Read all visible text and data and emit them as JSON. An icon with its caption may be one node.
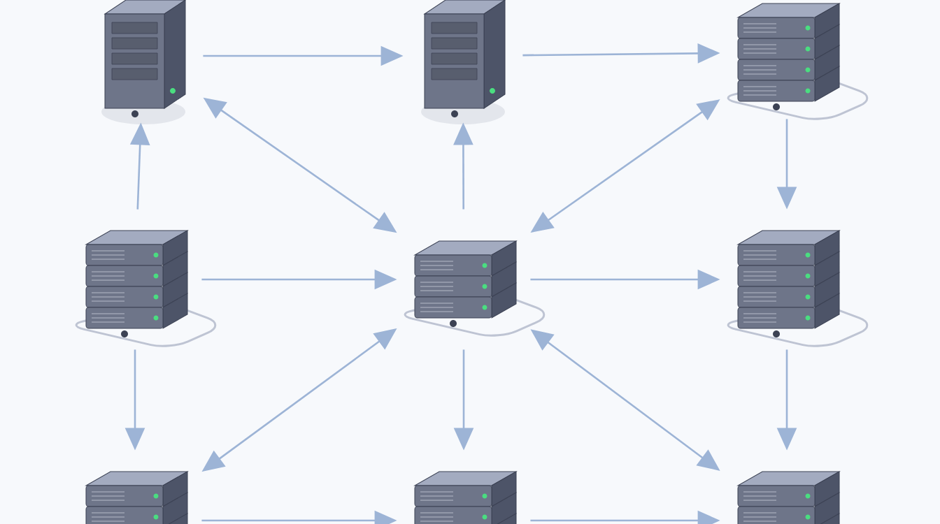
{
  "diagram": {
    "nodes": [
      {
        "text": [],
        "shape": "picture"
      },
      {
        "text": [],
        "shape": "picture"
      },
      {
        "text": [],
        "shape": "picture"
      },
      {
        "text": [],
        "shape": "picture"
      },
      {
        "text": [],
        "shape": "picture"
      },
      {
        "text": [],
        "shape": "picture"
      },
      {
        "text": [],
        "shape": "picture"
      },
      {
        "text": [],
        "shape": "picture"
      },
      {
        "text": [],
        "shape": "picture"
      }
    ],
    "edges": [
      {
        "from": 0,
        "to": 1,
        "arrow": "to"
      },
      {
        "from": 1,
        "to": 2,
        "arrow": "to"
      },
      {
        "from": 3,
        "to": 0,
        "arrow": "to"
      },
      {
        "from": 0,
        "to": 4,
        "arrow": "both"
      },
      {
        "from": 4,
        "to": 1,
        "arrow": "to"
      },
      {
        "from": 2,
        "to": 4,
        "arrow": "both"
      },
      {
        "from": 2,
        "to": 5,
        "arrow": "to"
      },
      {
        "from": 3,
        "to": 4,
        "arrow": "to"
      },
      {
        "from": 4,
        "to": 5,
        "arrow": "to"
      },
      {
        "from": 3,
        "to": 6,
        "arrow": "to"
      },
      {
        "from": 4,
        "to": 7,
        "arrow": "to"
      },
      {
        "from": 5,
        "to": 8,
        "arrow": "to"
      },
      {
        "from": 4,
        "to": 6,
        "arrow": "both"
      },
      {
        "from": 4,
        "to": 8,
        "arrow": "both"
      },
      {
        "from": 6,
        "to": 7,
        "arrow": "to"
      },
      {
        "from": 7,
        "to": 8,
        "arrow": "to"
      }
    ]
  }
}
